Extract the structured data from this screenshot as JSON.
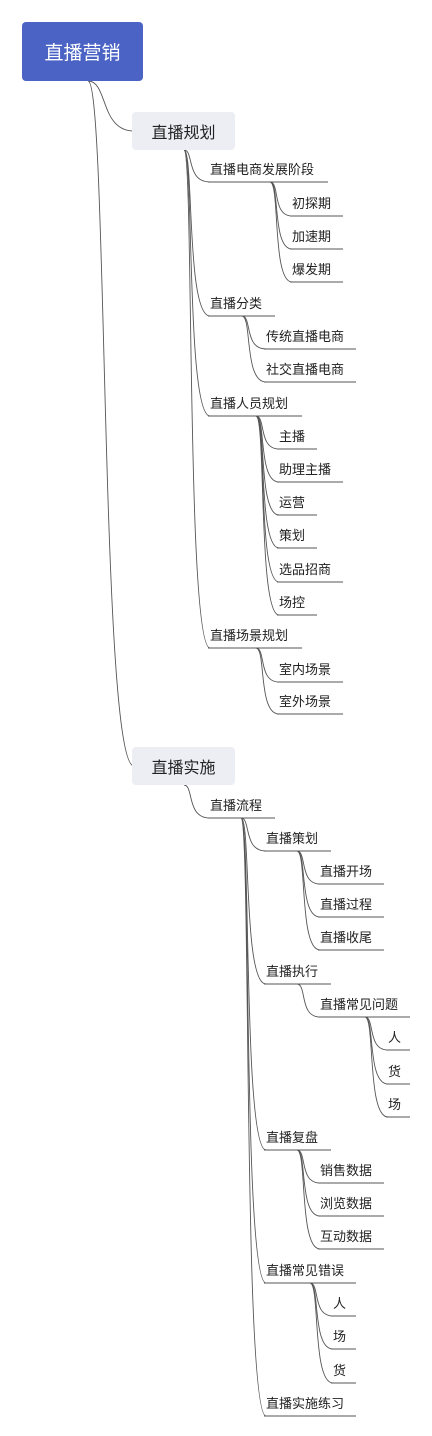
{
  "root": {
    "label": "直播营销"
  },
  "sections": [
    {
      "label": "直播规划",
      "children": [
        {
          "label": "直播电商发展阶段",
          "children": [
            {
              "label": "初探期"
            },
            {
              "label": "加速期"
            },
            {
              "label": "爆发期"
            }
          ]
        },
        {
          "label": "直播分类",
          "children": [
            {
              "label": "传统直播电商"
            },
            {
              "label": "社交直播电商"
            }
          ]
        },
        {
          "label": "直播人员规划",
          "children": [
            {
              "label": "主播"
            },
            {
              "label": "助理主播"
            },
            {
              "label": "运营"
            },
            {
              "label": "策划"
            },
            {
              "label": "选品招商"
            },
            {
              "label": "场控"
            }
          ]
        },
        {
          "label": "直播场景规划",
          "children": [
            {
              "label": "室内场景"
            },
            {
              "label": "室外场景"
            }
          ]
        }
      ]
    },
    {
      "label": "直播实施",
      "children": [
        {
          "label": "直播流程",
          "children": [
            {
              "label": "直播策划",
              "children": [
                {
                  "label": "直播开场"
                },
                {
                  "label": "直播过程"
                },
                {
                  "label": "直播收尾"
                }
              ]
            },
            {
              "label": "直播执行",
              "children": [
                {
                  "label": "直播常见问题",
                  "children": [
                    {
                      "label": "人"
                    },
                    {
                      "label": "货"
                    },
                    {
                      "label": "场"
                    }
                  ]
                }
              ]
            },
            {
              "label": "直播复盘",
              "children": [
                {
                  "label": "销售数据"
                },
                {
                  "label": "浏览数据"
                },
                {
                  "label": "互动数据"
                }
              ]
            },
            {
              "label": "直播常见错误",
              "children": [
                {
                  "label": "人"
                },
                {
                  "label": "场"
                },
                {
                  "label": "货"
                }
              ]
            },
            {
              "label": "直播实施练习"
            }
          ]
        }
      ]
    }
  ],
  "colors": {
    "root_fill": "#4a63c4",
    "root_text": "#ffffff",
    "main_fill": "#eceef4",
    "line": "#555555"
  }
}
